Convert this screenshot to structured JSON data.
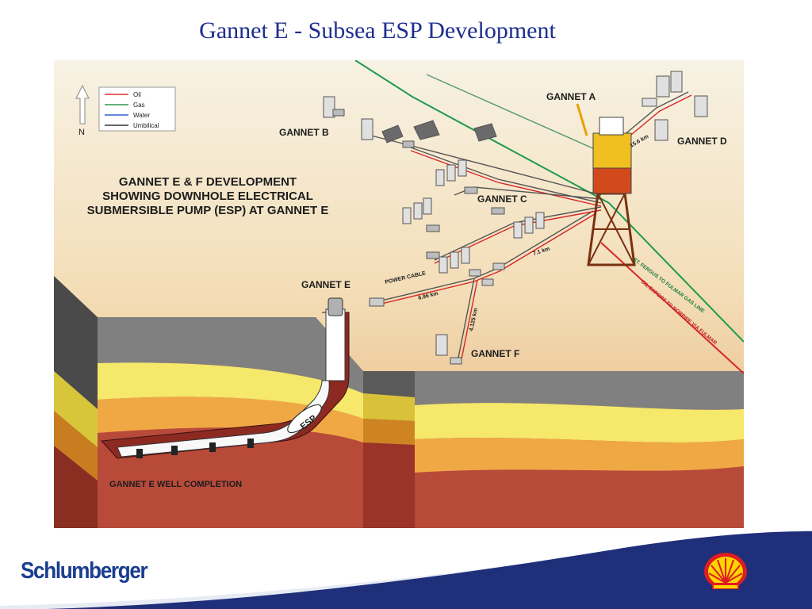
{
  "title": "Gannet E - Subsea ESP Development",
  "legend": [
    {
      "label": "Oil",
      "color": "#e03030"
    },
    {
      "label": "Gas",
      "color": "#2a9a4a"
    },
    {
      "label": "Water",
      "color": "#3060d0"
    },
    {
      "label": "Umbilical",
      "color": "#333333"
    }
  ],
  "north_label": "N",
  "headline": {
    "line1": "GANNET E & F DEVELOPMENT",
    "line2": "SHOWING DOWNHOLE ELECTRICAL",
    "line3": "SUBMERSIBLE PUMP (ESP) AT GANNET E"
  },
  "fields": {
    "a": "GANNET A",
    "b": "GANNET B",
    "c": "GANNET C",
    "d": "GANNET D",
    "e": "GANNET E",
    "f": "GANNET F"
  },
  "distances": {
    "d1": "15.6 km",
    "d2": "7.1 km",
    "d3": "6.96 km",
    "d4": "4.125 km"
  },
  "cables": {
    "power": "POWER CABLE",
    "gas_line": "ST. FERGUS TO FULMAR GAS LINE",
    "oil_export": "OIL EXPORT TO NORPIPE VIA FULMAR"
  },
  "esp_label": "ESP",
  "well_completion": "GANNET E WELL COMPLETION",
  "colors": {
    "seabed_top": "#f5eedd",
    "seabed_bottom": "#e8b07a",
    "gas_line": "#1e9a50",
    "oil_line": "#d62828",
    "layer_grey": "#808080",
    "layer_yellow": "#f2e04a",
    "layer_orange": "#e89a2a",
    "layer_red": "#b84a3a",
    "brand_blue": "#1a3d8f",
    "shell_red": "#dd1d21",
    "shell_yellow": "#ffd500"
  },
  "footer": {
    "left_brand": "Schlumberger"
  }
}
